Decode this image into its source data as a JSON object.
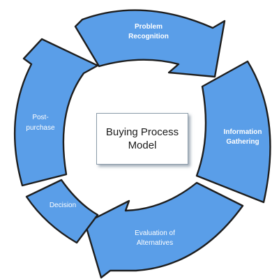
{
  "colors": {
    "segment_fill": "#5a9ee8",
    "segment_stroke": "#1e1e1e",
    "label_text": "#ffffff",
    "center_text": "#1a1a1a"
  },
  "center": {
    "line1": "Buying Process",
    "line2": "Model"
  },
  "stages": {
    "problem_recognition": {
      "line1": "Problem",
      "line2": "Recognition"
    },
    "information_gathering": {
      "line1": "Information",
      "line2": "Gathering"
    },
    "evaluation": {
      "line1": "Evaluation of",
      "line2": "Alternatives"
    },
    "decision": {
      "line1": "Decision"
    },
    "post_purchase": {
      "line1": "Post-",
      "line2": "purchase"
    }
  }
}
